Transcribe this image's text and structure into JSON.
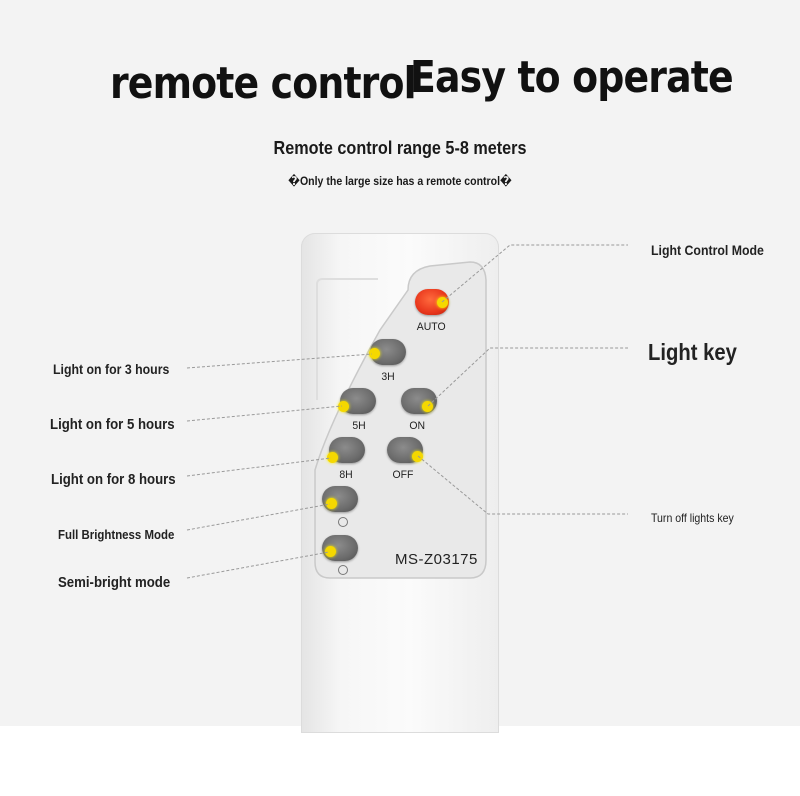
{
  "headline": {
    "part1": "remote control",
    "part2": "Easy to operate"
  },
  "subtitle": "Remote control range 5-8 meters",
  "note": "�Only the large size has a remote control�",
  "remote": {
    "model": "MS-Z03175",
    "buttons": {
      "auto": "AUTO",
      "h3": "3H",
      "h5": "5H",
      "on": "ON",
      "h8": "8H",
      "off": "OFF"
    }
  },
  "callouts": {
    "light_control_mode": "Light Control Mode",
    "light_key": "Light key",
    "turn_off": "Turn off lights key",
    "on_3h": "Light on for 3 hours",
    "on_5h": "Light on for 5 hours",
    "on_8h": "Light on for 8 hours",
    "full_brightness": "Full Brightness Mode",
    "semi_bright": "Semi-bright mode"
  },
  "colors": {
    "marker": "#f5d800",
    "auto_button": "#e8361c",
    "button": "#6b6b6b"
  }
}
